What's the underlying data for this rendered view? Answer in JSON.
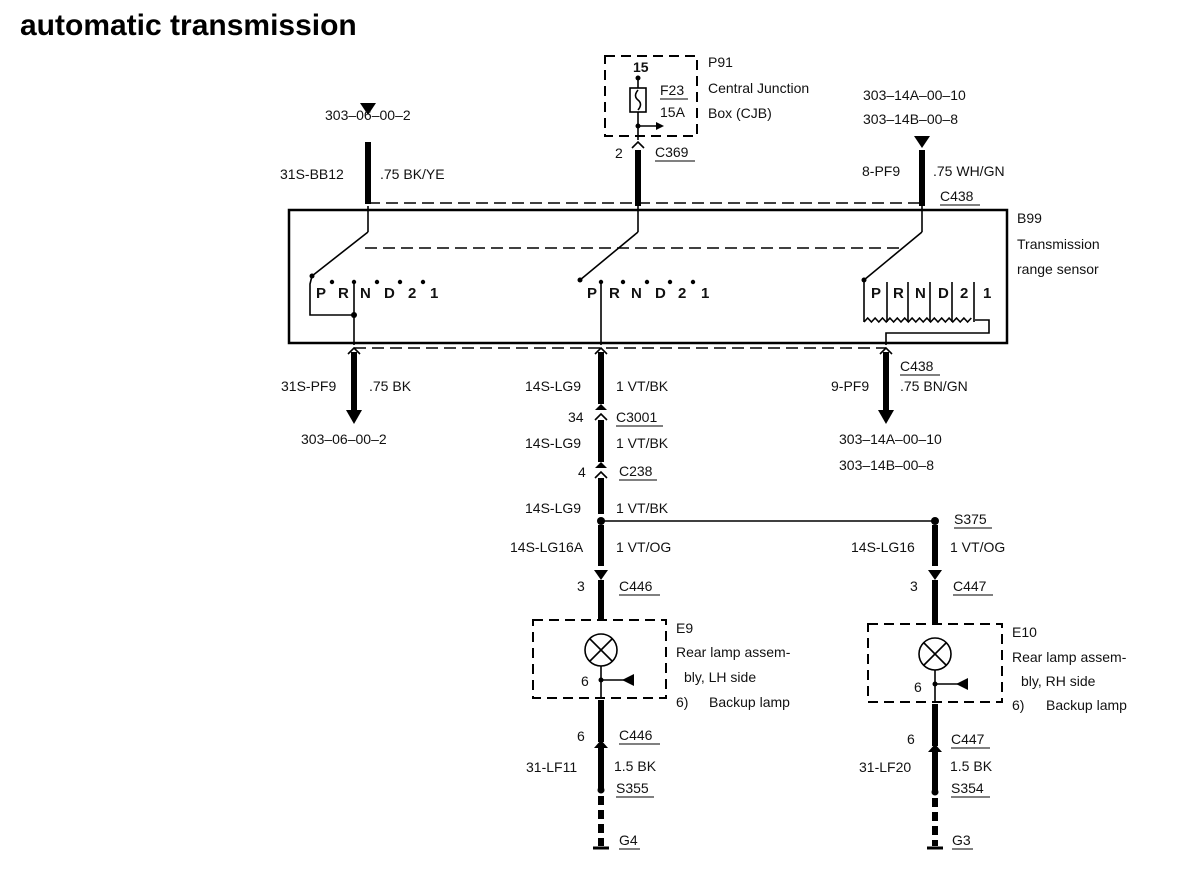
{
  "title": "automatic transmission",
  "p91": {
    "ref": "P91",
    "name_line1": "Central Junction",
    "name_line2": "Box (CJB)",
    "pin": "15",
    "fuse_id": "F23",
    "fuse_rating": "15A",
    "out_pin": "2",
    "connector": "C369"
  },
  "left_top": {
    "ref": "303–06–00–2",
    "circuit": "31S-BB12",
    "wire": ".75 BK/YE"
  },
  "right_top": {
    "ref1": "303–14A–00–10",
    "ref2": "303–14B–00–8",
    "circuit": "8-PF9",
    "wire": ".75 WH/GN",
    "connector": "C438"
  },
  "b99": {
    "ref": "B99",
    "name_line1": "Transmission",
    "name_line2": "range sensor",
    "positions": [
      "P",
      "R",
      "N",
      "D",
      "2",
      "1"
    ]
  },
  "left_bottom": {
    "circuit": "31S-PF9",
    "wire": ".75 BK",
    "ref": "303–06–00–2"
  },
  "right_bottom": {
    "connector": "C438",
    "circuit": "9-PF9",
    "wire": ".75 BN/GN",
    "ref1": "303–14A–00–10",
    "ref2": "303–14B–00–8"
  },
  "center": {
    "circuit1": "14S-LG9",
    "wire1": "1 VT/BK",
    "pin_a": "34",
    "conn_a": "C3001",
    "circuit2": "14S-LG9",
    "wire2": "1 VT/BK",
    "pin_b": "4",
    "conn_b": "C238",
    "circuit3": "14S-LG9",
    "wire3": "1 VT/BK",
    "splice": "S375",
    "lh_circuit": "14S-LG16A",
    "lh_wire": "1 VT/OG",
    "rh_circuit": "14S-LG16",
    "rh_wire": "1 VT/OG"
  },
  "e9": {
    "ref": "E9",
    "line1": "Rear lamp assem-",
    "line2": "bly, LH side",
    "item_no": "6)",
    "item": "Backup lamp",
    "pin_in": "3",
    "conn_in": "C446",
    "pin_lamp": "6",
    "pin_out": "6",
    "conn_out": "C446",
    "gnd_circuit": "31-LF11",
    "gnd_wire": "1.5 BK",
    "splice": "S355",
    "ground": "G4"
  },
  "e10": {
    "ref": "E10",
    "line1": "Rear lamp assem-",
    "line2": "bly, RH side",
    "item_no": "6)",
    "item": "Backup lamp",
    "pin_in": "3",
    "conn_in": "C447",
    "pin_lamp": "6",
    "pin_out": "6",
    "conn_out": "C447",
    "gnd_circuit": "31-LF20",
    "gnd_wire": "1.5 BK",
    "splice": "S354",
    "ground": "G3"
  }
}
